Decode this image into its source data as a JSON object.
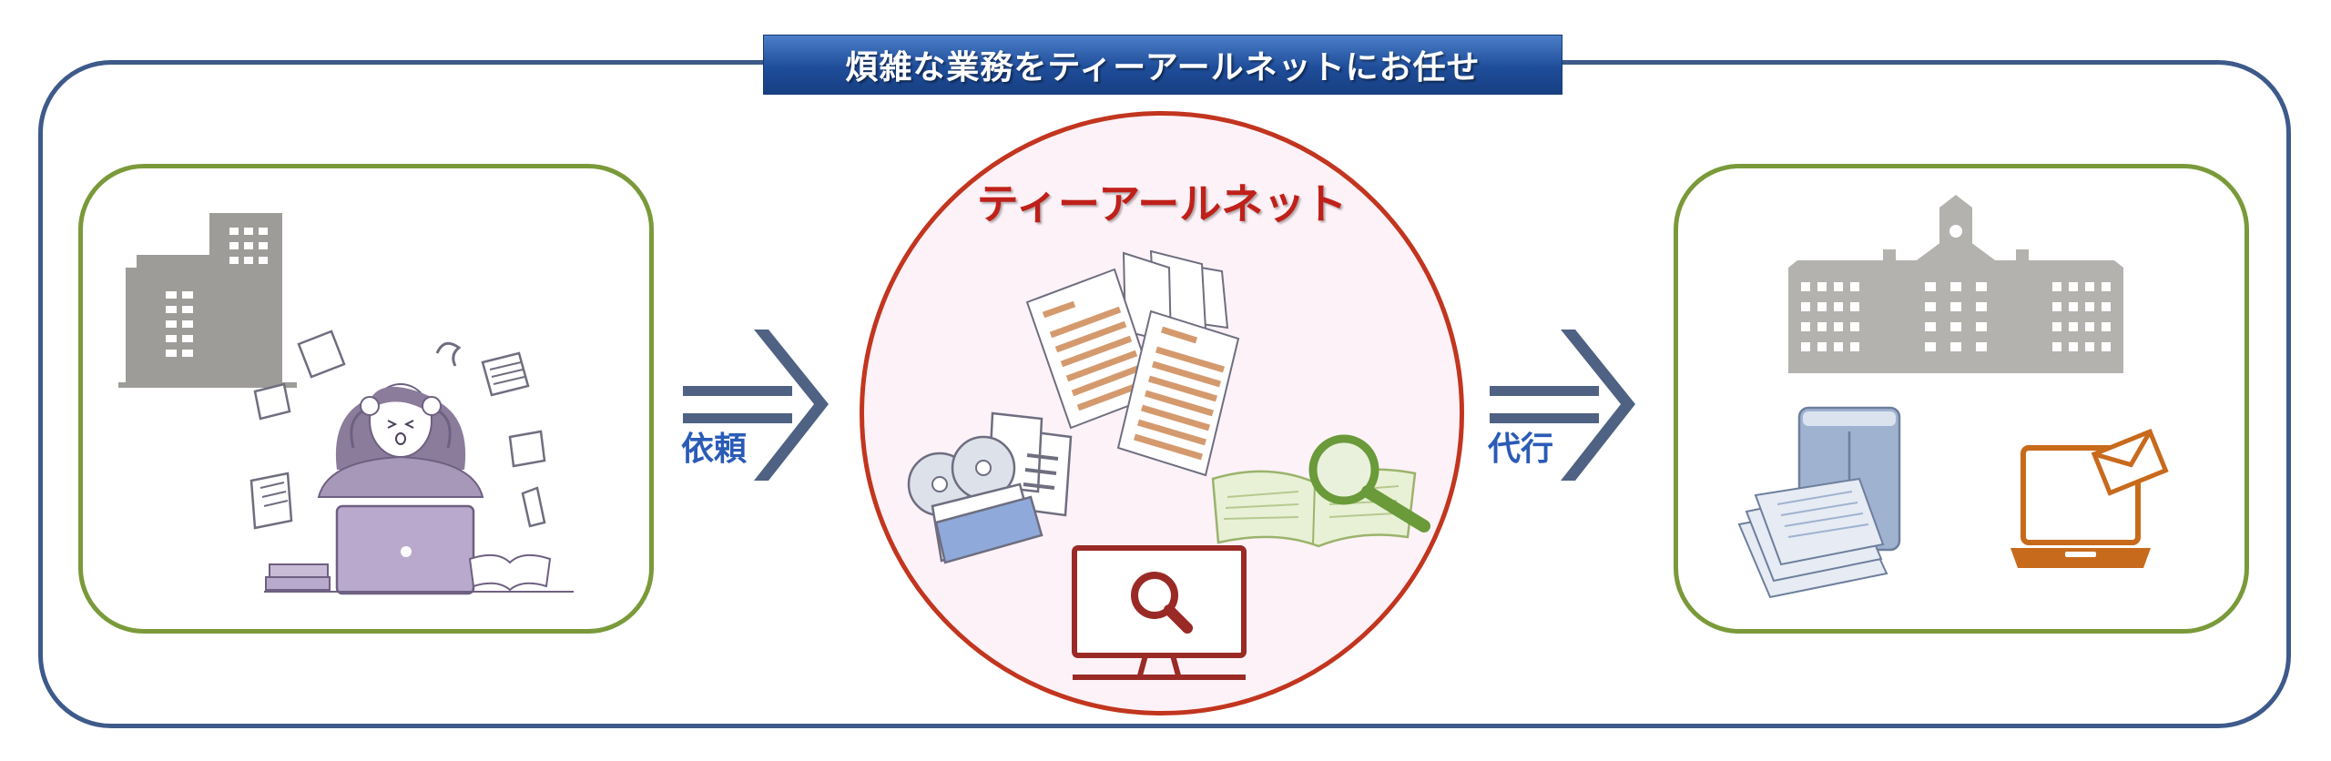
{
  "banner": {
    "title": "煩雑な業務をティーアールネットにお任せ"
  },
  "center": {
    "title": "ティーアールネット"
  },
  "arrows": {
    "request_label": "依頼",
    "proxy_label": "代行"
  },
  "icons": {
    "left": [
      "office-building-icon",
      "stressed-worker-icon",
      "laptop-icon",
      "flying-papers-icon"
    ],
    "center": [
      "documents-icon",
      "cd-folder-icon",
      "book-magnifier-icon",
      "monitor-search-icon"
    ],
    "right": [
      "university-building-icon",
      "mailbox-letters-icon",
      "laptop-email-icon"
    ]
  },
  "colors": {
    "frame": "#3e5a8a",
    "banner": "#1f4d9a",
    "panel_border": "#7a9a3a",
    "circle_border": "#c2351f",
    "circle_fill": "#fdf2f7",
    "center_title": "#c0201a",
    "arrow": "#4f6283",
    "arrow_label": "#2a5bb6"
  }
}
